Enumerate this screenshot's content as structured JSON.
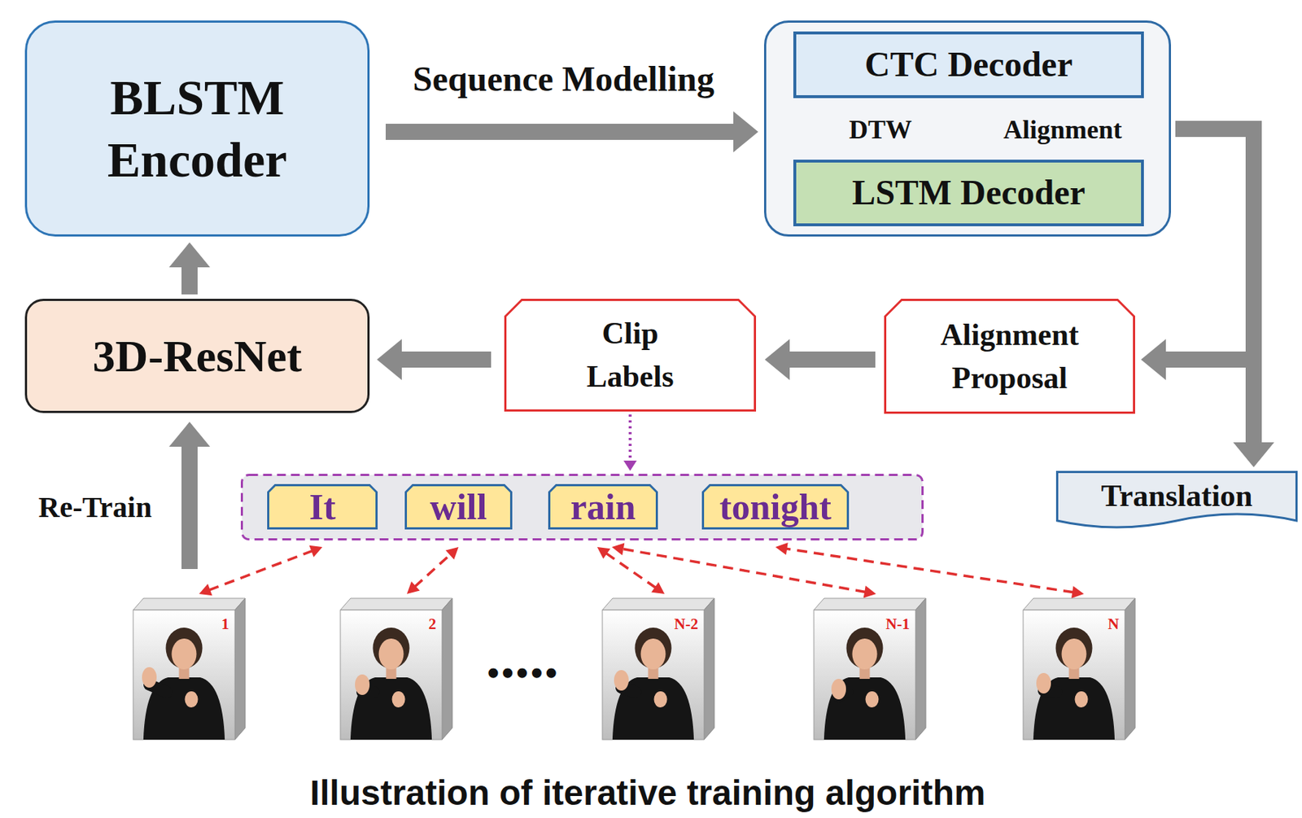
{
  "diagram": {
    "caption": "Illustration of iterative training algorithm",
    "nodes": [
      {
        "text": [
          "BLSTM Encoder"
        ]
      },
      {
        "text": [
          "DTW",
          "Alignment"
        ]
      },
      {
        "text": [
          "CTC Decoder"
        ],
        "in": 1
      },
      {
        "text": [
          "LSTM Decoder"
        ],
        "in": 1
      },
      {
        "text": [
          "3D-ResNet"
        ]
      },
      {
        "text": [
          "Clip Labels"
        ]
      },
      {
        "text": [
          "Alignment Proposal"
        ]
      },
      {
        "text": [
          "Translation"
        ]
      },
      {
        "text": []
      },
      {
        "text": [
          "It"
        ],
        "in": 8
      },
      {
        "text": [
          "will"
        ],
        "in": 8
      },
      {
        "text": [
          "rain"
        ],
        "in": 8
      },
      {
        "text": [
          "tonight"
        ],
        "in": 8
      },
      {
        "text": [
          "1"
        ]
      },
      {
        "text": [
          "2"
        ]
      },
      {
        "text": [
          "N-2"
        ]
      },
      {
        "text": [
          "N-1"
        ]
      },
      {
        "text": [
          "N"
        ]
      }
    ],
    "edges": [
      {
        "from": 4,
        "to": 0,
        "arrow": "to"
      },
      {
        "from": 0,
        "to": 1,
        "label": "Sequence Modelling",
        "arrow": "to"
      },
      {
        "from": 2,
        "to": 3,
        "arrow": "both"
      },
      {
        "from": 1,
        "to": 7,
        "arrow": "to"
      },
      {
        "from": 1,
        "to": 6,
        "arrow": "to"
      },
      {
        "from": 6,
        "to": 5,
        "arrow": "to"
      },
      {
        "from": 5,
        "to": 4,
        "arrow": "to"
      },
      {
        "from": 5,
        "to": 8,
        "arrow": "to"
      },
      {
        "from": 13,
        "to": 4,
        "label": "Re-Train",
        "arrow": "to"
      },
      {
        "from": 13,
        "to": 9,
        "arrow": "both"
      },
      {
        "from": 14,
        "to": 10,
        "arrow": "both"
      },
      {
        "from": 15,
        "to": 11,
        "arrow": "both"
      },
      {
        "from": 16,
        "to": 11,
        "arrow": "both"
      },
      {
        "from": 17,
        "to": 12,
        "arrow": "both"
      }
    ],
    "labels": [
      "•••••"
    ]
  }
}
